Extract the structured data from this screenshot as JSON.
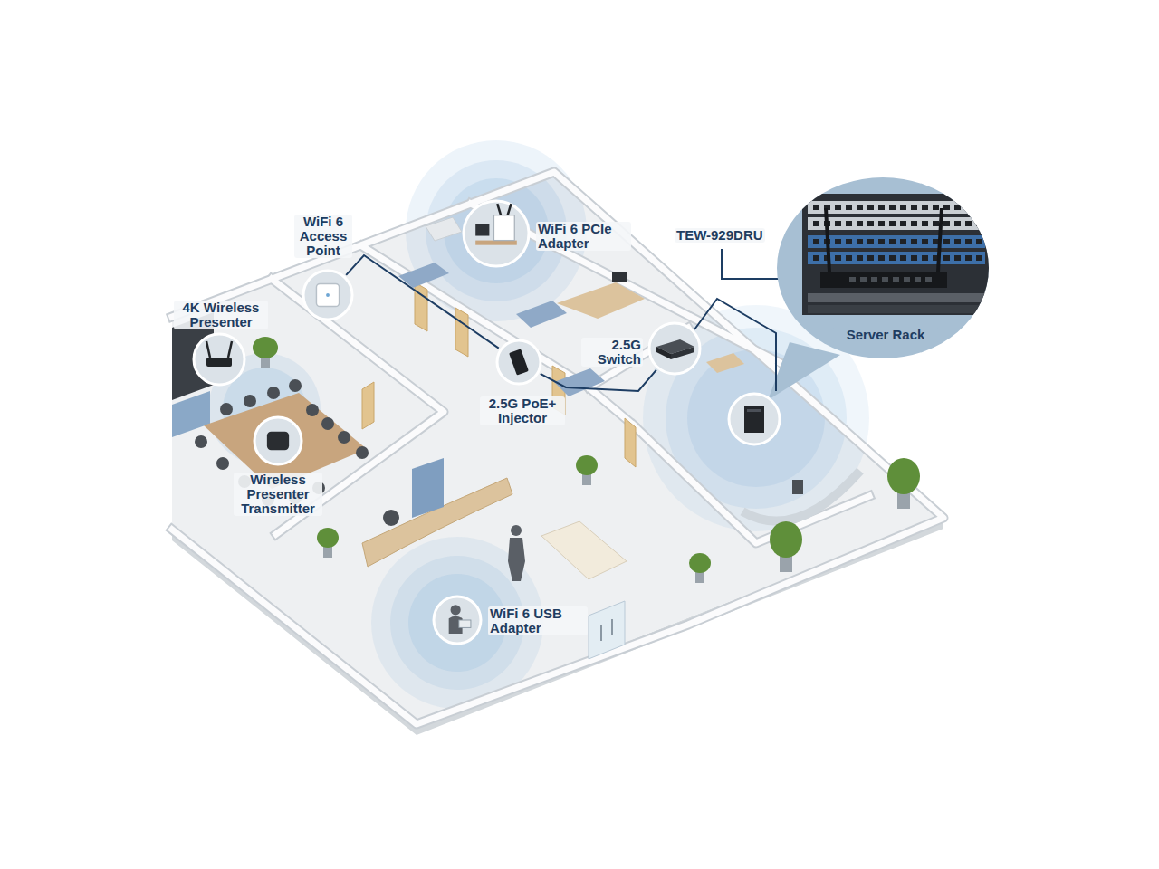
{
  "diagram": {
    "nodes": [
      {
        "text": [
          "WiFi 6 Access Point"
        ]
      },
      {
        "text": [
          "WiFi 6 PCIe Adapter"
        ]
      },
      {
        "text": [
          "Server Rack"
        ]
      },
      {
        "text": [
          "4K Wireless Presenter"
        ]
      },
      {
        "text": [
          "2.5G Switch"
        ]
      },
      {
        "text": [
          "2.5G PoE+ Injector"
        ]
      },
      {
        "text": [
          "Wireless Presenter Transmitter"
        ]
      },
      {
        "text": [
          "WiFi 6 USB Adapter"
        ]
      }
    ],
    "edges": [
      {
        "from": 0,
        "to": 5,
        "arrow": "none"
      },
      {
        "from": 5,
        "to": 4,
        "arrow": "none"
      }
    ],
    "labels": [
      "TEW-929DRU"
    ]
  }
}
